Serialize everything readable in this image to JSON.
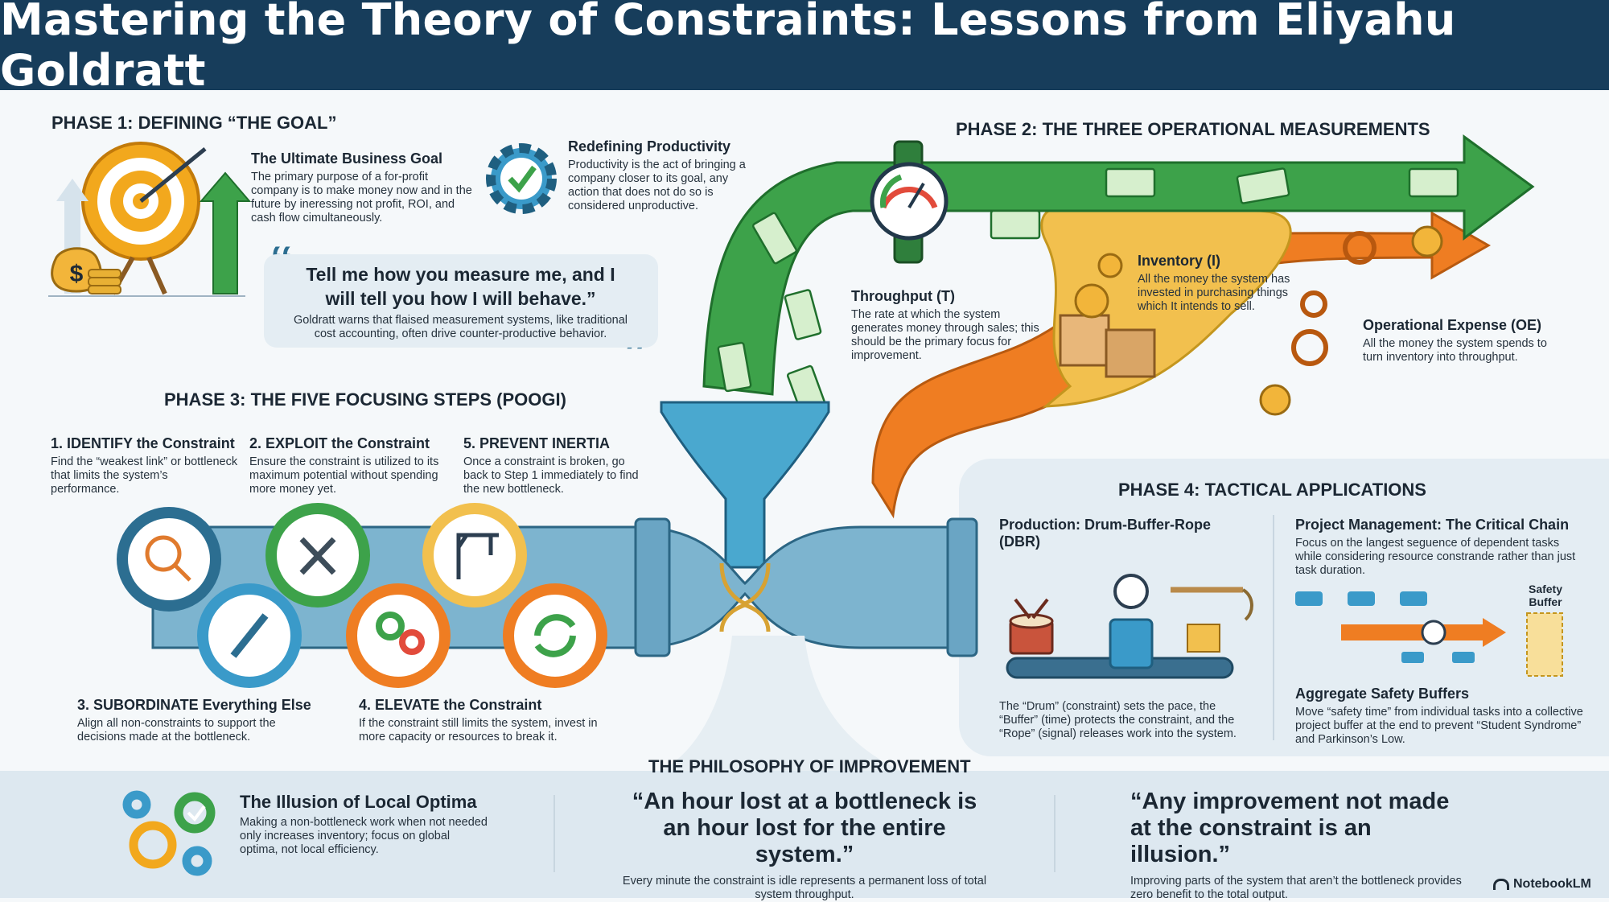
{
  "header": {
    "title": "Mastering the Theory of Constraints: Lessons from Eliyahu Goldratt"
  },
  "phase1": {
    "title": "PHASE 1: DEFINING “THE GOAL”",
    "goal_heading": "The Ultimate Business Goal",
    "goal_text": "The primary purpose of a for-profit company is to make money now and in the future by ineressing not profit, ROI, and cash flow cimultaneously.",
    "prod_heading": "Redefining Productivity",
    "prod_text": "Productivity is the act of bringing a company closer to its goal, any action that does not do so is considered unproductive.",
    "quote": "Tell me how you measure me, and I will tell you how I will behave.”",
    "quote_note": "Goldratt warns that flaised measurement systems, like traditional cost accounting, often drive counter-productive behavior.",
    "icons": [
      "target-icon",
      "money-bag-icon",
      "growth-arrow-icon",
      "gear-check-icon"
    ]
  },
  "phase2": {
    "title": "PHASE 2: THE THREE OPERATIONAL MEASUREMENTS",
    "throughput_heading": "Throughput (T)",
    "throughput_text": "The rate at which the system generates money through sales; this should be the primary focus for improvement.",
    "inventory_heading": "Inventory (I)",
    "inventory_text": "All the money the system has invested in purchasing things which It intends to sell.",
    "oe_heading": "Operational Expense (OE)",
    "oe_text": "All the money the system spends to turn inventory into throughput."
  },
  "phase3": {
    "title": "PHASE 3: THE FIVE FOCUSING STEPS (POOGI)",
    "steps": [
      {
        "title": "1. IDENTIFY the Constraint",
        "text": "Find the “weakest link” or bottleneck that limits the system’s performance."
      },
      {
        "title": "2. EXPLOIT the Constraint",
        "text": "Ensure the constraint is utilized to its maximum potential without spending more money yet."
      },
      {
        "title": "3. SUBORDINATE Everything Else",
        "text": "Align all non-constraints to support the decisions made at the bottleneck."
      },
      {
        "title": "4. ELEVATE the Constraint",
        "text": "If the constraint still limits the system, invest in more capacity or resources to break it."
      },
      {
        "title": "5. PREVENT INERTIA",
        "text": "Once a constraint is broken, go back to Step 1 immediately to find the new bottleneck."
      }
    ]
  },
  "phase4": {
    "title": "PHASE 4: TACTICAL APPLICATIONS",
    "dbr_heading": "Production: Drum-Buffer-Rope (DBR)",
    "dbr_text": "The “Drum” (constraint) sets the pace, the “Buffer” (time) protects the constraint, and the “Rope” (signal) releases work into the system.",
    "cc_heading": "Project Management: The Critical Chain",
    "cc_text": "Focus on the langest seguence of dependent tasks while considering resource constrande rather than just task duration.",
    "safety_buffer_label": "Safety Buffer",
    "agg_heading": "Aggregate Safety Buffers",
    "agg_text": "Move “safety time” from individual tasks into a collective project buffer at the end to prevent “Student Syndrome” and Parkinson’s Low."
  },
  "philosophy": {
    "title": "THE PHILOSOPHY OF IMPROVEMENT",
    "illusion_heading": "The Illusion of Local Optima",
    "illusion_text": "Making a non-bottleneck work when not needed only increases inventory; focus on global optima, not local efficiency.",
    "quote1": "“An hour lost at a bottleneck is an hour lost for the entire system.”",
    "quote1_note": "Every minute the constraint is idle represents a permanent loss of total system throughput.",
    "quote2": "“Any improvement not made at the constraint is an illusion.”",
    "quote2_note": "Improving parts of the system that aren’t the bottleneck provides zero benefit to the total output."
  },
  "footer": {
    "brand": "NotebookLM"
  },
  "colors": {
    "header": "#173d5b",
    "green": "#3da24a",
    "yellow": "#f2c04e",
    "orange": "#ef7d22",
    "blue": "#3a9ac9",
    "pipe": "#6aa5c4"
  }
}
